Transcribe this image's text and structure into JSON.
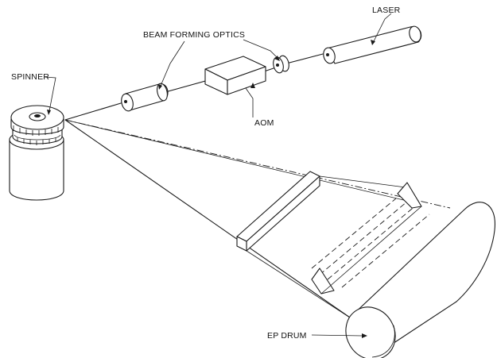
{
  "labels": {
    "laser": "LASER",
    "beam_forming_optics": "BEAM FORMING OPTICS",
    "spinner": "SPINNER",
    "aom": "AOM",
    "ep_drum": "EP DRUM"
  }
}
